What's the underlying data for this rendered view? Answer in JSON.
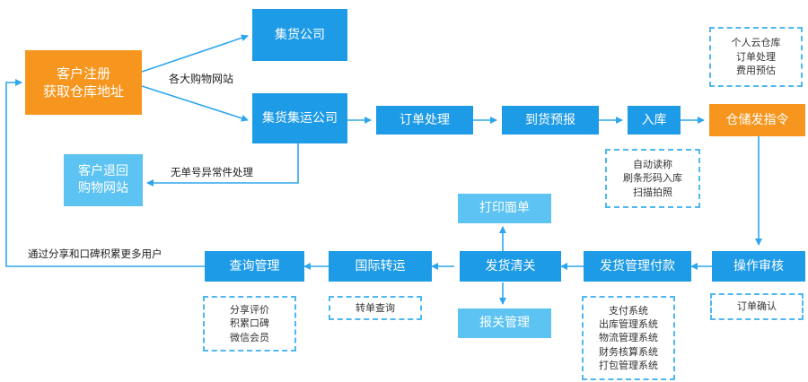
{
  "nodes": {
    "register": [
      "客户注册",
      "获取仓库地址"
    ],
    "consolidation_company": "集货公司",
    "consolidation_shipping": "集货集运公司",
    "return_to_store": [
      "客户退回",
      "购物网站"
    ],
    "order_processing": "订单处理",
    "arrival_forecast": "到货预报",
    "warehousing": "入库",
    "warehouse_instruction": "仓储发指令",
    "operation_review": "操作审核",
    "shipping_payment": "发货管理付款",
    "shipping_clearance": "发货清关",
    "print_invoice": "打印面单",
    "customs_management": "报关管理",
    "international_transfer": "国际转运",
    "query_management": "查询管理"
  },
  "notes": {
    "warehouse_features": [
      "个人云仓库",
      "订单处理",
      "费用预估"
    ],
    "warehousing_features": [
      "自动读称",
      "刷条形码入库",
      "扫描拍照"
    ],
    "review_note": [
      "订单确认"
    ],
    "payment_systems": [
      "支付系统",
      "出库管理系统",
      "物流管理系统",
      "财务核算系统",
      "打包管理系统"
    ],
    "transfer_note": [
      "转单查询"
    ],
    "query_features": [
      "分享评价",
      "积累口碑",
      "微信会员"
    ]
  },
  "edge_labels": {
    "shopping_sites": "各大购物网站",
    "unnumbered_exception": "无单号异常件处理",
    "share_feedback": "通过分享和口碑积累更多用户"
  },
  "colors": {
    "blue": "#1e9be6",
    "light_blue": "#5cc3f3",
    "orange": "#f7961e",
    "arrow": "#2ea6ec"
  }
}
